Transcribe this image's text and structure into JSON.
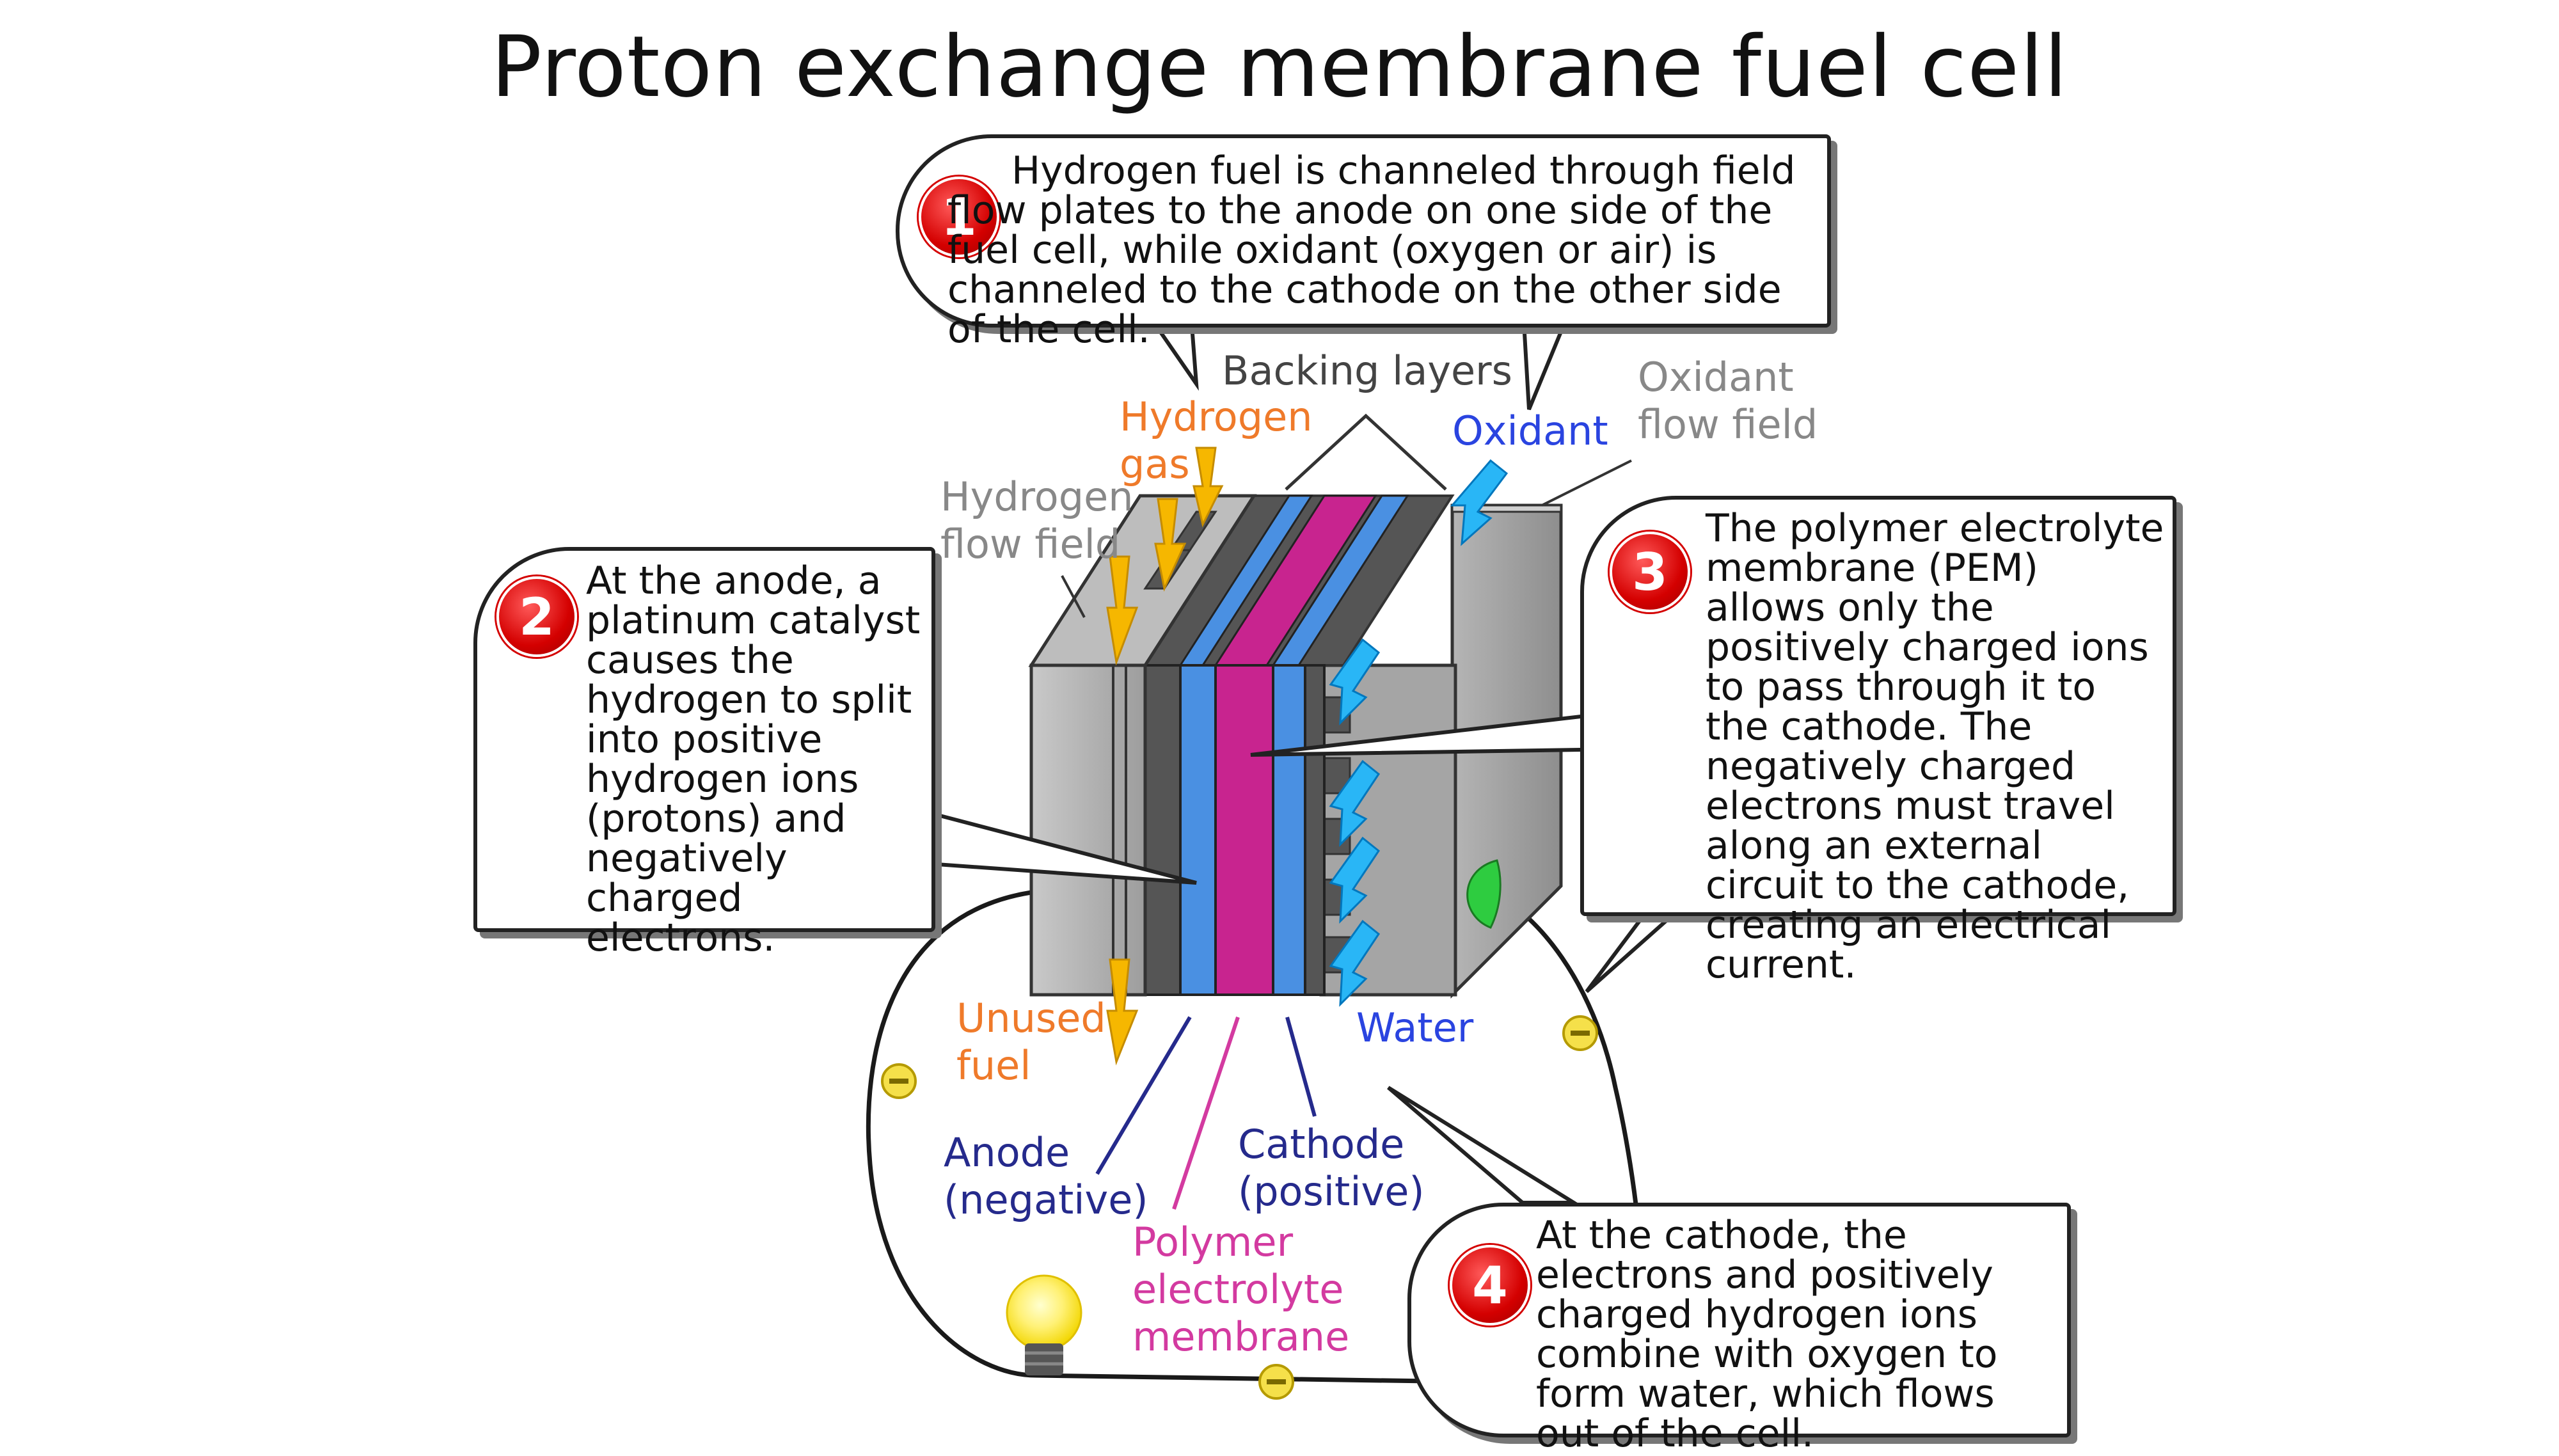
{
  "title": "Proton exchange membrane fuel cell",
  "callouts": [
    {
      "number": "1",
      "text": "Hydrogen fuel is channeled through field flow plates to the anode on one side of the fuel cell, while oxidant (oxygen or air) is channeled to the cathode on the other side of the cell."
    },
    {
      "number": "2",
      "text": "At the anode, a platinum catalyst causes the hydrogen to split into positive hydrogen ions (protons) and negatively charged electrons."
    },
    {
      "number": "3",
      "text": "The polymer electrolyte membrane (PEM) allows only the positively charged ions to pass through it to the cathode. The negatively charged electrons must travel along an external circuit to the cathode, creating an electrical current."
    },
    {
      "number": "4",
      "text": "At the cathode, the electrons and positively charged hydrogen ions combine with oxygen to form water, which flows out of the cell."
    }
  ],
  "labels": {
    "backing_layers": "Backing layers",
    "hydrogen_gas": "Hydrogen gas",
    "oxidant": "Oxidant",
    "oxidant_flow_field": "Oxidant flow field",
    "hydrogen_flow_field": "Hydrogen flow field",
    "unused_fuel": "Unused fuel",
    "water": "Water",
    "anode": "Anode (negative)",
    "cathode": "Cathode (positive)",
    "membrane": "Polymer electrolyte membrane"
  },
  "colors": {
    "orange": "#ef7a2a",
    "blue": "#2a44e0",
    "navy": "#252a8c",
    "magenta": "#d33aa0",
    "membrane": "#c8248f",
    "electrode": "#4a90e2",
    "arrow_yellow": "#f6b700",
    "arrow_cyan": "#29b6f6"
  }
}
